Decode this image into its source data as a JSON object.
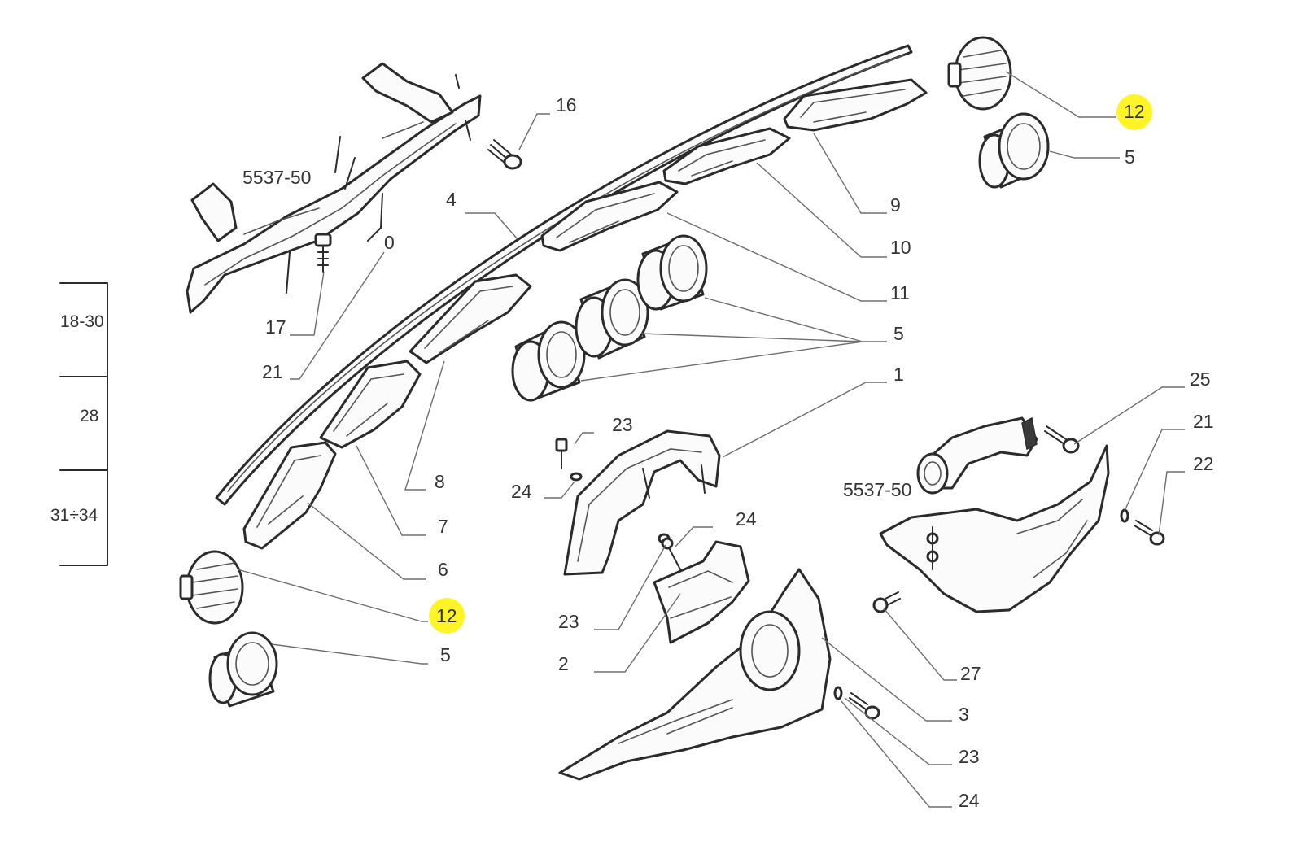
{
  "highlight_color": "#fff200",
  "side_panel": {
    "labels": [
      "18-30",
      "28",
      "31÷34"
    ]
  },
  "callouts": {
    "c12_top": "12",
    "c5_top": "5",
    "c16": "16",
    "c5537_top": "5537-50",
    "c4": "4",
    "c0": "0",
    "c9": "9",
    "c10": "10",
    "c11": "11",
    "c5_mid": "5",
    "c1": "1",
    "c17": "17",
    "c21_left": "21",
    "c8": "8",
    "c7": "7",
    "c6": "6",
    "c12_bottom": "12",
    "c5_bottom": "5",
    "c23_upper": "23",
    "c24_upper": "24",
    "c24_mid": "24",
    "c23_mid": "23",
    "c2": "2",
    "c3": "3",
    "c23_lower": "23",
    "c24_lower": "24",
    "c25": "25",
    "c21_right": "21",
    "c22": "22",
    "c5537_right": "5537-50",
    "c27": "27"
  }
}
